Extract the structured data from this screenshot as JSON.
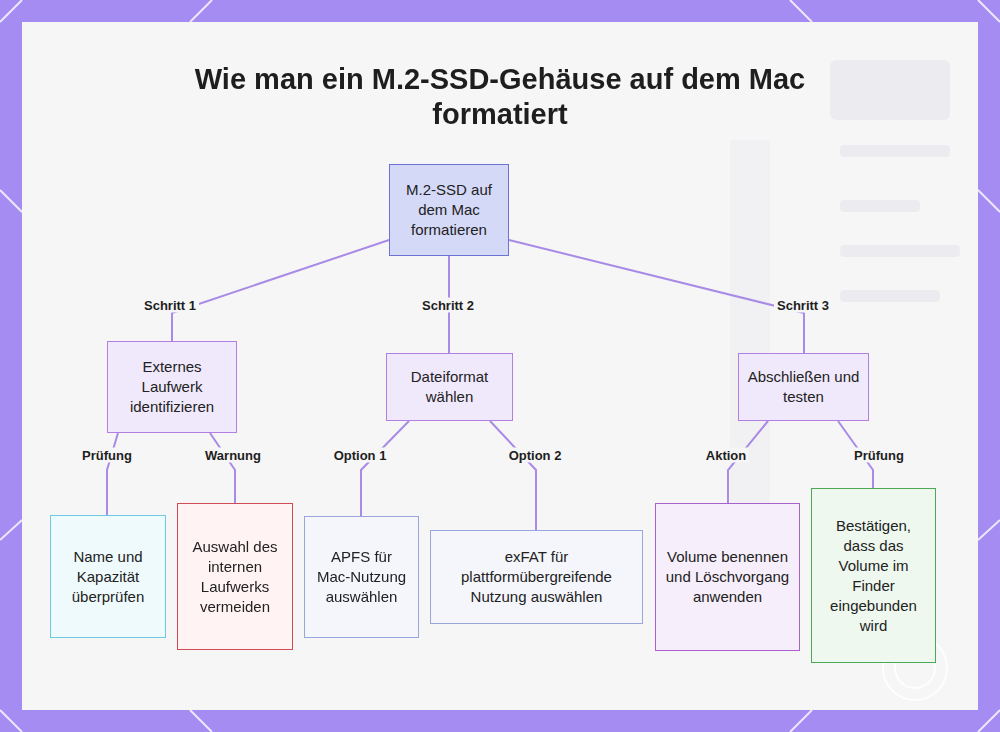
{
  "diagram": {
    "title": "Wie man ein M.2-SSD-Gehäuse auf dem Mac formatiert",
    "nodes": [
      {
        "text": [
          "M.2-SSD auf dem Mac formatieren"
        ]
      },
      {
        "text": [
          "Externes Laufwerk identifizieren"
        ]
      },
      {
        "text": [
          "Dateiformat wählen"
        ]
      },
      {
        "text": [
          "Abschließen und testen"
        ]
      },
      {
        "text": [
          "Name und Kapazität überprüfen"
        ]
      },
      {
        "text": [
          "Auswahl des internen Laufwerks vermeiden"
        ]
      },
      {
        "text": [
          "APFS für Mac-Nutzung auswählen"
        ]
      },
      {
        "text": [
          "exFAT für plattformübergreifende Nutzung auswählen"
        ]
      },
      {
        "text": [
          "Volume benennen und Löschvorgang anwenden"
        ]
      },
      {
        "text": [
          "Bestätigen, dass das Volume im Finder eingebunden wird"
        ]
      }
    ],
    "edges": [
      {
        "from": 0,
        "to": 1,
        "label": "Schritt 1",
        "arrow": "none"
      },
      {
        "from": 0,
        "to": 2,
        "label": "Schritt 2",
        "arrow": "none"
      },
      {
        "from": 0,
        "to": 3,
        "label": "Schritt 3",
        "arrow": "none"
      },
      {
        "from": 1,
        "to": 4,
        "label": "Prüfung",
        "arrow": "none"
      },
      {
        "from": 1,
        "to": 5,
        "label": "Warnung",
        "arrow": "none"
      },
      {
        "from": 2,
        "to": 6,
        "label": "Option 1",
        "arrow": "none"
      },
      {
        "from": 2,
        "to": 7,
        "label": "Option 2",
        "arrow": "none"
      },
      {
        "from": 3,
        "to": 8,
        "label": "Aktion",
        "arrow": "none"
      },
      {
        "from": 3,
        "to": 9,
        "label": "Prüfung",
        "arrow": "none"
      }
    ]
  }
}
